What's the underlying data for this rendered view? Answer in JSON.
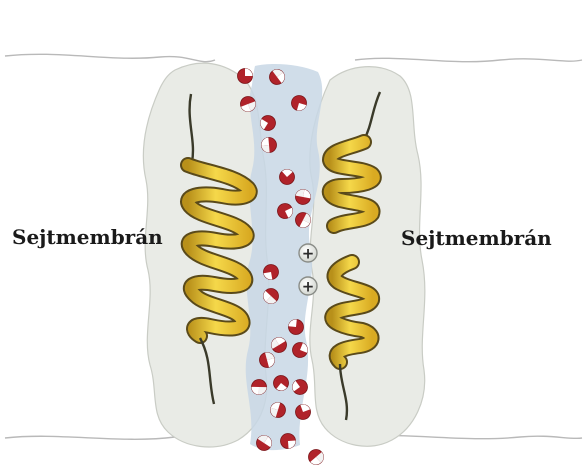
{
  "labels": {
    "left": "Sejtmembrán",
    "right": "Sejtmembrán"
  },
  "ions": {
    "symbol": "+",
    "count": 2
  },
  "colors": {
    "channel_protein": "#e9ebe6",
    "channel_outline": "#c9ccc5",
    "pore": "#c8d7e5",
    "helix_fill": "#f0cc3a",
    "helix_dark": "#b8901a",
    "helix_outline": "#5a4a1a",
    "membrane_line": "#b9b9b9",
    "water_red": "#b0232a",
    "water_white": "#ffffff",
    "ion_fill": "#e0e3de"
  },
  "icons": [
    "water-molecule-icon",
    "positive-ion-icon",
    "alpha-helix-icon"
  ]
}
